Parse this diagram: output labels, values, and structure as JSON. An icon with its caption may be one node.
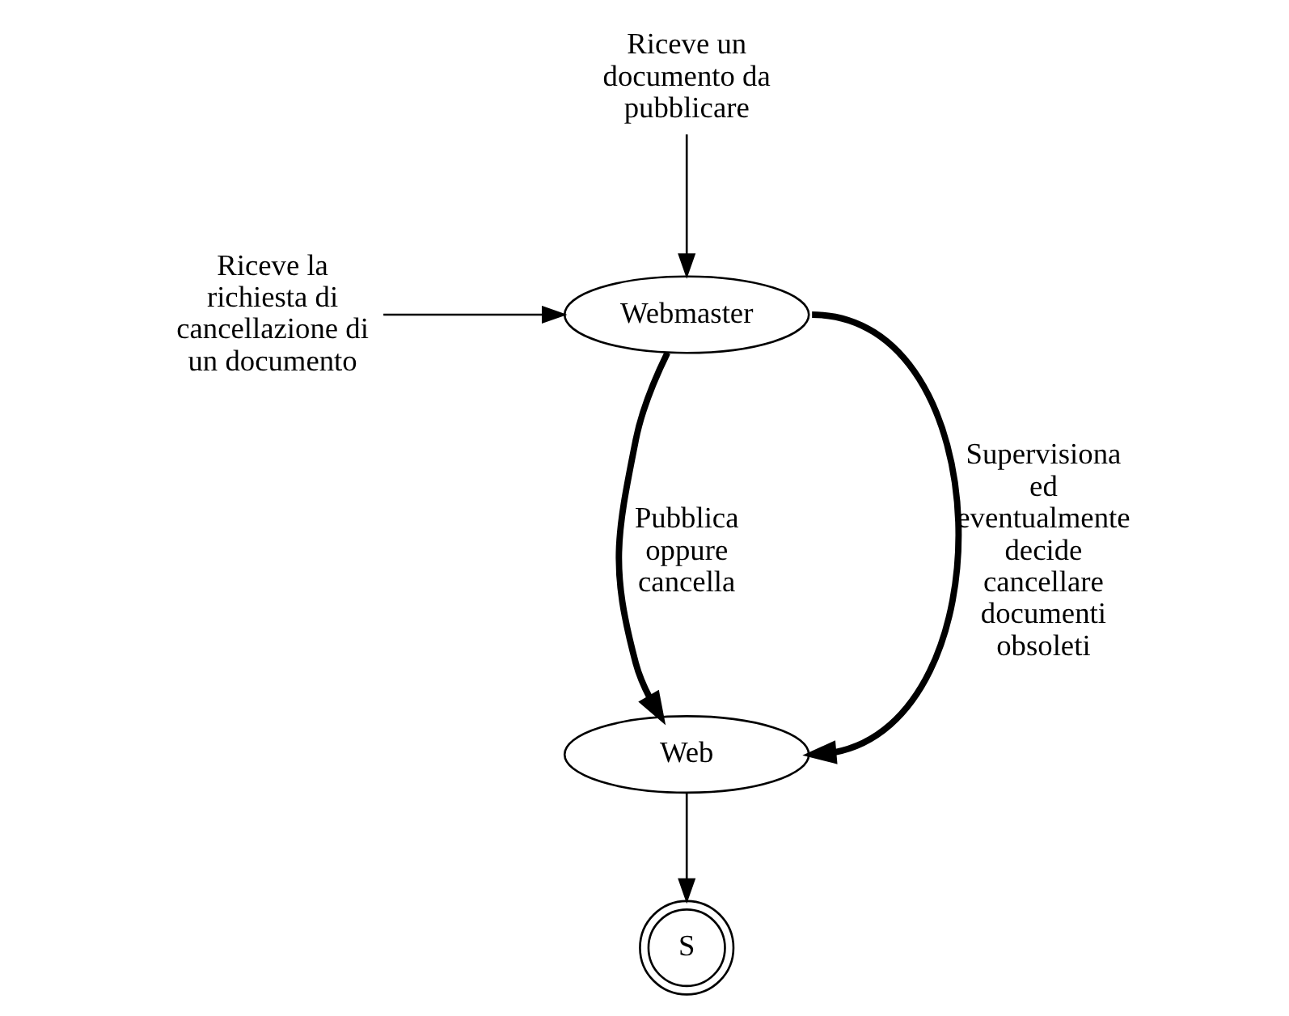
{
  "diagram": {
    "nodes": [
      {
        "text": [
          "Riceve un documento da pubblicare"
        ]
      },
      {
        "text": [
          "Riceve la richiesta di cancellazione di un documento"
        ]
      },
      {
        "text": [
          "Webmaster"
        ]
      },
      {
        "text": [
          "Web"
        ]
      },
      {
        "text": [
          "S"
        ]
      }
    ],
    "edges": [
      {
        "from": 0,
        "to": 2,
        "arrow": "to"
      },
      {
        "from": 1,
        "to": 2,
        "arrow": "to"
      },
      {
        "from": 2,
        "to": 3,
        "arrow": "to",
        "style": "thick",
        "label": "Pubblica oppure cancella"
      },
      {
        "from": 2,
        "to": 3,
        "arrow": "to",
        "style": "thick",
        "label": "Supervisiona ed eventualmente decide cancellare documenti obsoleti"
      },
      {
        "from": 3,
        "to": 4,
        "arrow": "to"
      }
    ]
  }
}
